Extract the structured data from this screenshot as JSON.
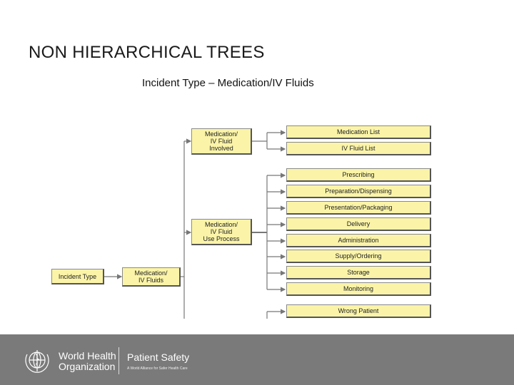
{
  "slide": {
    "title": "NON HIERARCHICAL TREES"
  },
  "diagram": {
    "title": "Incident Type – Medication/IV Fluids",
    "root": "Incident Type",
    "level1": "Medication/\nIV Fluids",
    "groups": [
      {
        "label": "Medication/\nIV Fluid\nInvolved",
        "items": [
          "Medication List",
          "IV Fluid List"
        ]
      },
      {
        "label": "Medication/\nIV Fluid\nUse Process",
        "items": [
          "Prescribing",
          "Preparation/Dispensing",
          "Presentation/Packaging",
          "Delivery",
          "Administration",
          "Supply/Ordering",
          "Storage",
          "Monitoring"
        ]
      }
    ],
    "extra_items": [
      "Wrong Patient"
    ]
  },
  "footer": {
    "org_name": "World Health\nOrganization",
    "product": "Patient Safety",
    "tagline": "A World Alliance for Safer Health Care",
    "emblem_icon": "who-emblem-icon",
    "background_color": "#7a7a7a"
  },
  "colors": {
    "box_fill": "#fbf4a8",
    "box_border": "#555555",
    "connector": "#777777"
  }
}
